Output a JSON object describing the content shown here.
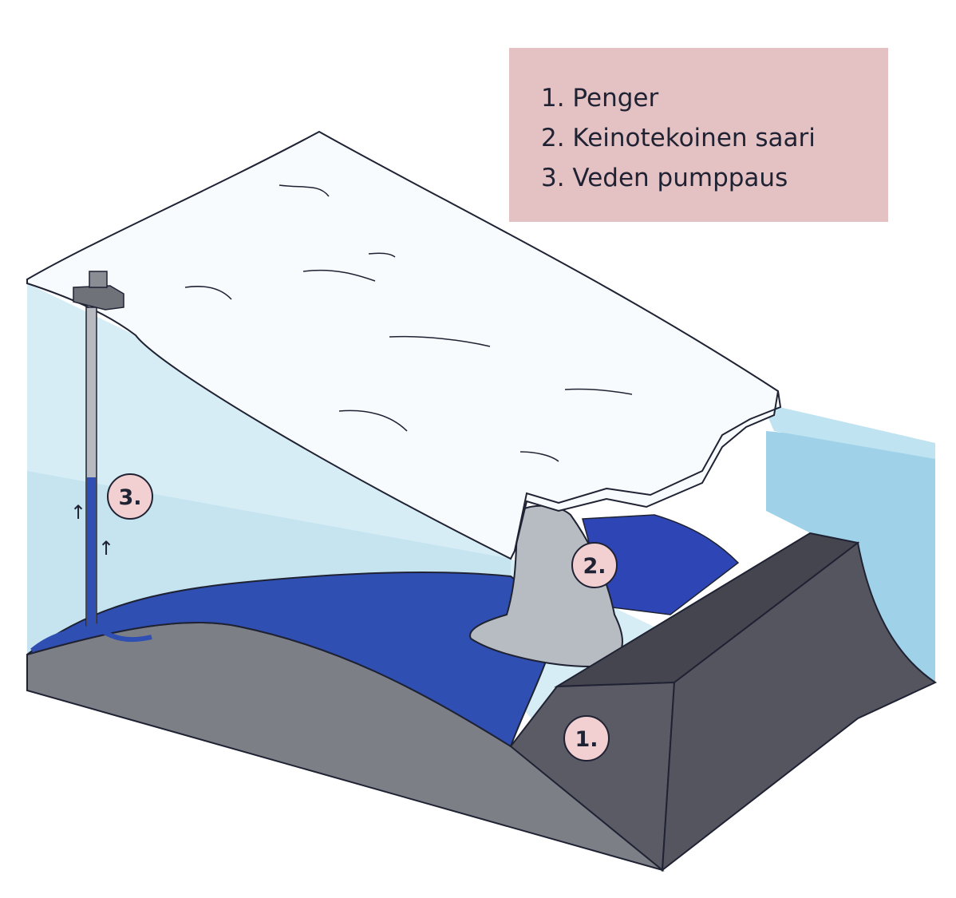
{
  "legend": {
    "items": [
      "1. Penger",
      "2. Keinotekoinen saari",
      "3. Veden pumppaus"
    ]
  },
  "markers": {
    "embankment": "1.",
    "island": "2.",
    "pump": "3."
  },
  "flow_arrow": "↑",
  "colors": {
    "legend_bg": "#e4c1c3",
    "ice_shelf": "#f7fbfd",
    "ocean": "#cfe8f3",
    "subglacial_water": "#2f4fb3",
    "bedrock": "#7c7f85",
    "embankment": "#55555f",
    "island": "#b6bcc2",
    "badge": "#f2cfd0"
  }
}
